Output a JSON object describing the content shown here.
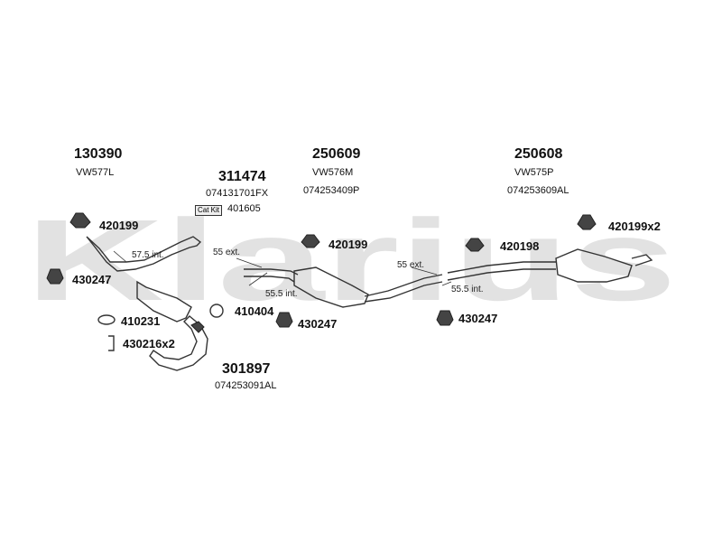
{
  "watermark": "Klarius",
  "colors": {
    "watermark": "#e2e2e2",
    "line": "#333333"
  },
  "groups": [
    {
      "part": "130390",
      "code": "VW577L"
    },
    {
      "part": "311474",
      "code": "074131701FX"
    },
    {
      "part": "250609",
      "code": "VW576M",
      "sub": "074253409P"
    },
    {
      "part": "250608",
      "code": "VW575P",
      "sub": "074253609AL"
    },
    {
      "part": "301897",
      "code": "074253091AL"
    }
  ],
  "catkit": {
    "label": "Cat Kit",
    "part": "401605"
  },
  "fittings": [
    {
      "part": "420199"
    },
    {
      "part": "430247"
    },
    {
      "part": "410231"
    },
    {
      "part": "430216x2"
    },
    {
      "part": "410404"
    },
    {
      "part": "420199"
    },
    {
      "part": "430247"
    },
    {
      "part": "420198"
    },
    {
      "part": "430247"
    },
    {
      "part": "420199x2"
    }
  ],
  "dimensions": [
    {
      "text": "57.5 int."
    },
    {
      "text": "55 ext."
    },
    {
      "text": "55.5 int."
    },
    {
      "text": "55 ext."
    },
    {
      "text": "55.5 int."
    }
  ]
}
